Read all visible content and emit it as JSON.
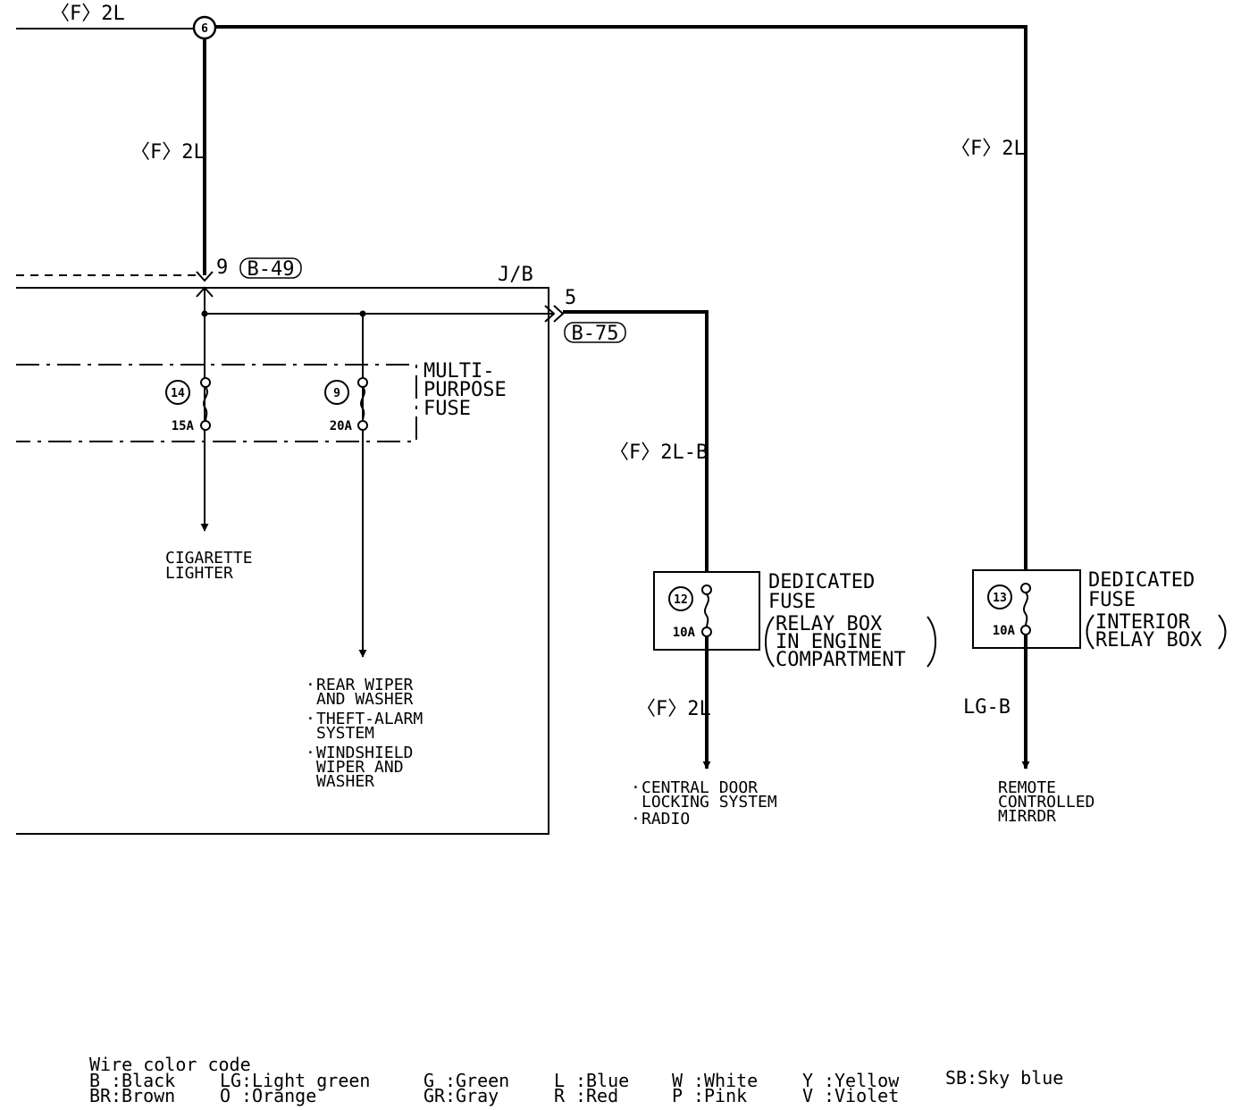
{
  "wires": {
    "top_left": "〈F〉2L",
    "left_vertical": "〈F〉2L",
    "right_vertical": "〈F〉2L",
    "b75_out": "〈F〉2L-B",
    "fuse12_out": "〈F〉2L",
    "fuse13_out": "LG-B"
  },
  "node": {
    "number": "6"
  },
  "connectors": {
    "b49": {
      "pin": "9",
      "label": "B-49"
    },
    "jb": "J/B",
    "b75": {
      "pin": "5",
      "label": "B-75"
    }
  },
  "multi_purpose_fuse": {
    "title_lines": [
      "MULTI-",
      "PURPOSE",
      "FUSE"
    ],
    "fuses": [
      {
        "number": "14",
        "rating": "15A"
      },
      {
        "number": "9",
        "rating": "20A"
      }
    ]
  },
  "dedicated_fuse_engine": {
    "number": "12",
    "rating": "10A",
    "title_lines": [
      "DEDICATED",
      "FUSE"
    ],
    "location_lines": [
      "RELAY BOX",
      "IN ENGINE",
      "COMPARTMENT"
    ]
  },
  "dedicated_fuse_interior": {
    "number": "13",
    "rating": "10A",
    "title_lines": [
      "DEDICATED",
      "FUSE"
    ],
    "location_lines": [
      "INTERIOR",
      "RELAY BOX"
    ]
  },
  "destinations": {
    "cigarette": [
      "CIGARETTE",
      "LIGHTER"
    ],
    "fuse9": [
      [
        "REAR WIPER",
        "AND WASHER"
      ],
      [
        "THEFT-ALARM",
        "SYSTEM"
      ],
      [
        "WINDSHIELD",
        "WIPER AND",
        "WASHER"
      ]
    ],
    "fuse12": [
      [
        "CENTRAL DOOR",
        "LOCKING SYSTEM"
      ],
      [
        "RADIO"
      ]
    ],
    "fuse13": [
      "REMOTE",
      "CONTROLLED",
      "MIRRDR"
    ]
  },
  "legend": {
    "title": "Wire color code",
    "entries": [
      {
        "code": "B",
        "name": "Black"
      },
      {
        "code": "BR",
        "name": "Brown"
      },
      {
        "code": "LG",
        "name": "Light green"
      },
      {
        "code": "O",
        "name": "Orange"
      },
      {
        "code": "G",
        "name": "Green"
      },
      {
        "code": "GR",
        "name": "Gray"
      },
      {
        "code": "L",
        "name": "Blue"
      },
      {
        "code": "R",
        "name": "Red"
      },
      {
        "code": "W",
        "name": "White"
      },
      {
        "code": "P",
        "name": "Pink"
      },
      {
        "code": "Y",
        "name": "Yellow"
      },
      {
        "code": "V",
        "name": "Violet"
      },
      {
        "code": "SB",
        "name": "Sky blue"
      }
    ]
  }
}
